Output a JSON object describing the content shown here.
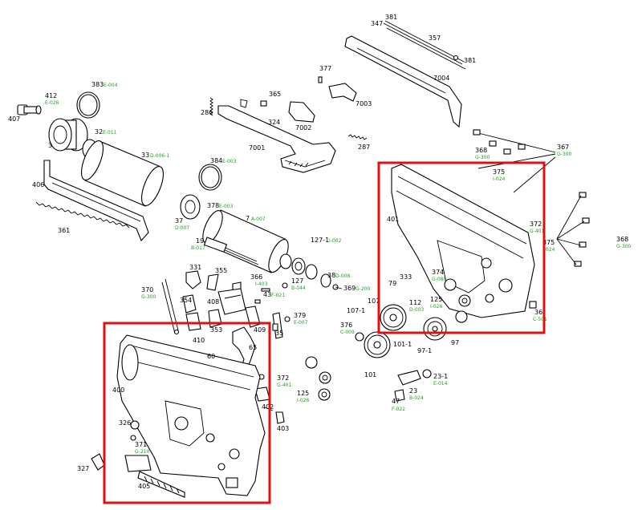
{
  "colors": {
    "highlight": "#e01010",
    "code_text": "#1fa01f",
    "line": "#000000",
    "background": "#ffffff"
  },
  "labels": {
    "n381a": "381",
    "n347": "347",
    "n357": "357",
    "n381b": "381",
    "n7004": "7004",
    "n377": "377",
    "n7003": "7003",
    "n365": "365",
    "n324": "324",
    "n7002": "7002",
    "n7001": "7001",
    "n286": "286",
    "n287": "287",
    "n407": "407",
    "n412": "412",
    "c412": "E-026",
    "n383": "383",
    "c383": "E-004",
    "n3": "3",
    "n32": "32",
    "c32": "E-011",
    "n33": "33",
    "c33": "D-006-1",
    "n406": "406",
    "n361": "361",
    "n384": "384",
    "c384": "E-003",
    "n37": "37",
    "c37": "D-007",
    "n378": "378",
    "c378": "E-003",
    "n7": "7",
    "c7": "A-007",
    "n19": "19",
    "c19": "B-017",
    "n1271": "127-1",
    "c1271": "I-002",
    "n127": "127",
    "c127": "B-044",
    "n38": "38",
    "c38": "D-008",
    "n369": "369",
    "c369": "G-200",
    "n370": "370",
    "c370": "G-300",
    "n331": "331",
    "n355": "355",
    "n366": "366",
    "c366": "I-403",
    "n354": "354",
    "n408": "408",
    "n43": "43",
    "c43": "F-021",
    "n379": "379",
    "c379": "E-007",
    "n410": "410",
    "n353": "353",
    "n409": "409",
    "n35": "35",
    "n60": "60",
    "n65": "65",
    "n400": "400",
    "n372a": "372",
    "c372a": "G-401",
    "n402": "402",
    "n403": "403",
    "n125a": "125",
    "c125a": "I-026",
    "n326": "326",
    "n371": "371",
    "c371": "G-210",
    "n327": "327",
    "n405": "405",
    "n368a": "368",
    "c368a": "G-300",
    "n375a": "375",
    "c375a": "I-024",
    "n367": "367",
    "c367": "G-300",
    "n401": "401",
    "n372b": "372",
    "c372b": "G-401",
    "n375b": "375",
    "c375b": "I-024",
    "n368b": "368",
    "c368b": "G-300",
    "n333": "333",
    "n374": "374",
    "c374": "G-080",
    "n79": "79",
    "n112": "112",
    "c112": "D-003",
    "n125b": "125",
    "c125b": "I-026",
    "n36": "36",
    "c36": "C-501",
    "n107": "107",
    "n1071": "107-1",
    "n376": "376",
    "c376": "C-009",
    "n1011": "101-1",
    "n101": "101",
    "n971": "97-1",
    "n97": "97",
    "n23": "23",
    "c23": "B-024",
    "n231": "23-1",
    "c231": "E-014",
    "n47": "47",
    "c47": "F-022"
  }
}
